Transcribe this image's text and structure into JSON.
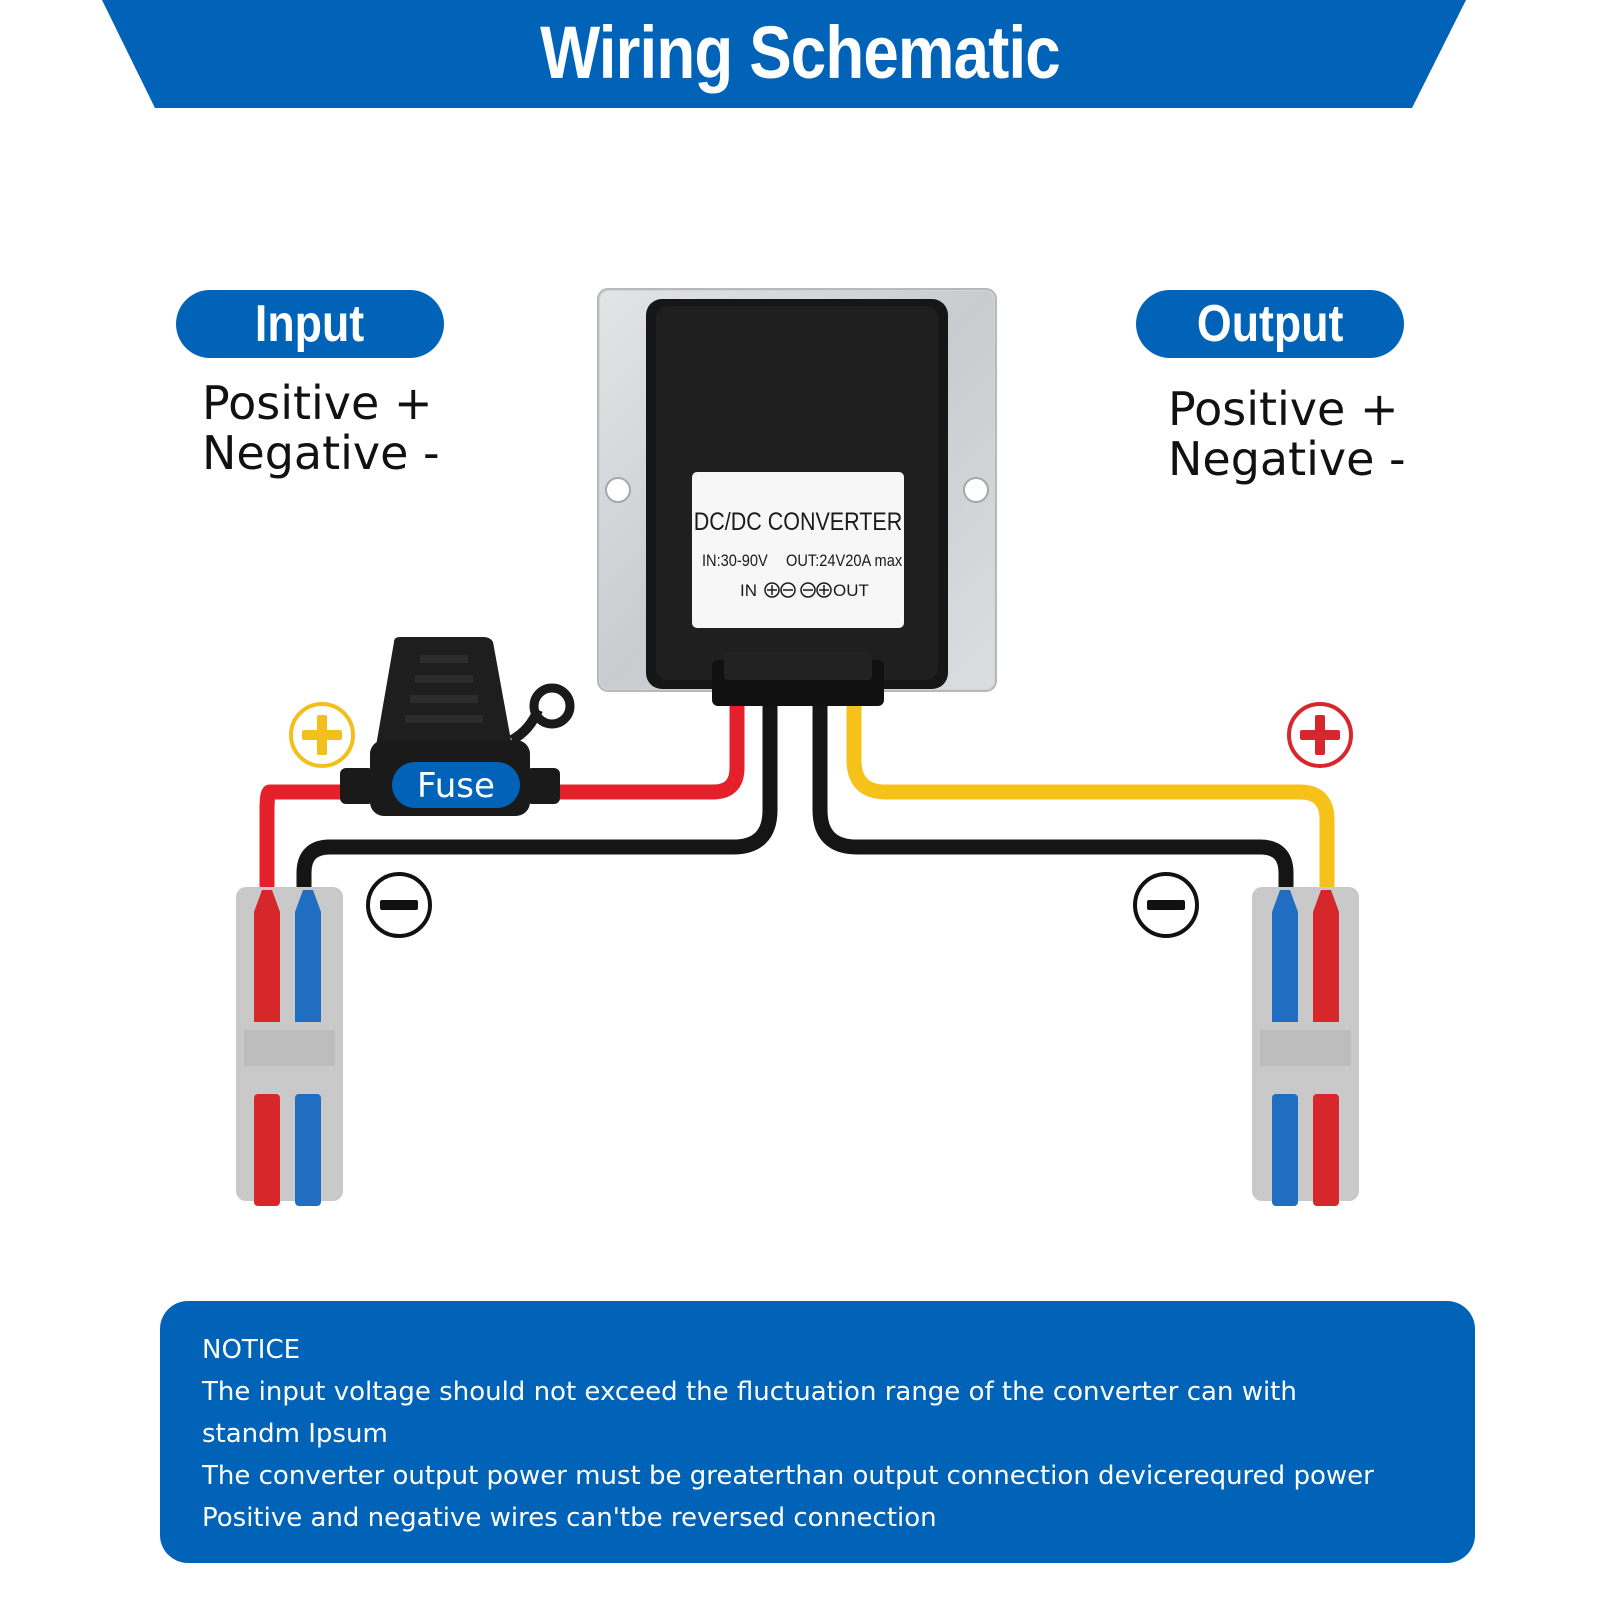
{
  "title": "Wiring Schematic",
  "colors": {
    "brand_blue": "#0063b8",
    "wire_red": "#e4202b",
    "wire_black": "#151515",
    "wire_yellow": "#f6c21a",
    "connector_grey": "#c9c9c9",
    "terminal_red": "#d6272a",
    "terminal_blue": "#1f6ec2",
    "plus_input": "#f3bf1c",
    "plus_output": "#d7262d"
  },
  "input": {
    "label": "Input",
    "positive": "Positive +",
    "negative": "Negative -",
    "plus_icon": "plus-circle-icon",
    "minus_icon": "minus-circle-icon"
  },
  "output": {
    "label": "Output",
    "positive": "Positive +",
    "negative": "Negative -",
    "plus_icon": "plus-circle-icon",
    "minus_icon": "minus-circle-icon"
  },
  "converter": {
    "name": "DC/DC CONVERTER",
    "input_spec": "IN:30-90V",
    "output_spec": "OUT:24V20A max",
    "terminals_in": "IN",
    "terminals_out": "OUT"
  },
  "fuse": {
    "label": "Fuse"
  },
  "notice": {
    "heading": "NOTICE",
    "lines": [
      "The input voltage should not exceed the fluctuation range of the converter can with",
      "standm Ipsum",
      "The converter output power must be greaterthan output connection devicerequred power",
      "Positive and negative wires can'tbe reversed connection"
    ]
  }
}
